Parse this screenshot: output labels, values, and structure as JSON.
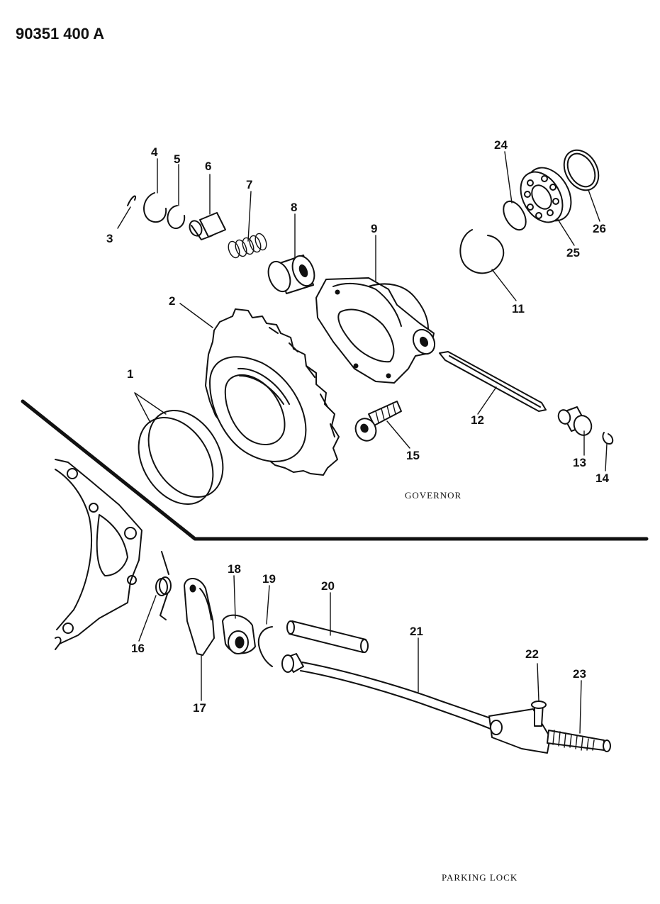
{
  "document_number": "90351 400 A",
  "sections": {
    "governor": "GOVERNOR",
    "parking_lock": "PARKING LOCK"
  },
  "parts": {
    "p1": "1",
    "p2": "2",
    "p3": "3",
    "p4": "4",
    "p5": "5",
    "p6": "6",
    "p7": "7",
    "p8": "8",
    "p9": "9",
    "p11": "11",
    "p12": "12",
    "p13": "13",
    "p14": "14",
    "p15": "15",
    "p16": "16",
    "p17": "17",
    "p18": "18",
    "p19": "19",
    "p20": "20",
    "p21": "21",
    "p22": "22",
    "p23": "23",
    "p24": "24",
    "p25": "25",
    "p26": "26"
  }
}
